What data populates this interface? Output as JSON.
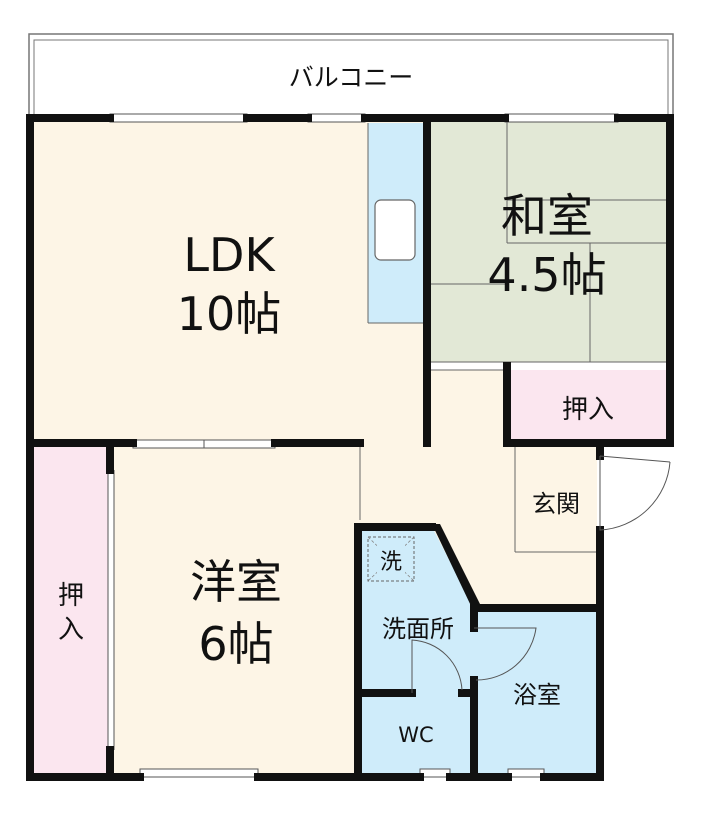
{
  "colors": {
    "ldk": "#fdf5e6",
    "washitsu": "#e2e8d6",
    "oshiire": "#fbe6ef",
    "wet": "#cfecfa",
    "wall": "#111111",
    "line": "#666666"
  },
  "balcony": {
    "label": "バルコニー"
  },
  "rooms": {
    "ldk": {
      "name": "LDK",
      "size": "10帖"
    },
    "washitsu": {
      "name": "和室",
      "size": "4.5帖"
    },
    "washitsu_oshiire": {
      "name": "押入"
    },
    "genkan": {
      "name": "玄関"
    },
    "youshitsu": {
      "name": "洋室",
      "size": "6帖"
    },
    "youshitsu_oshiire": {
      "line1": "押",
      "line2": "入"
    },
    "washer": {
      "name": "洗"
    },
    "senmenjo": {
      "name": "洗面所"
    },
    "yokushitsu": {
      "name": "浴室"
    },
    "wc": {
      "name": "WC"
    }
  }
}
